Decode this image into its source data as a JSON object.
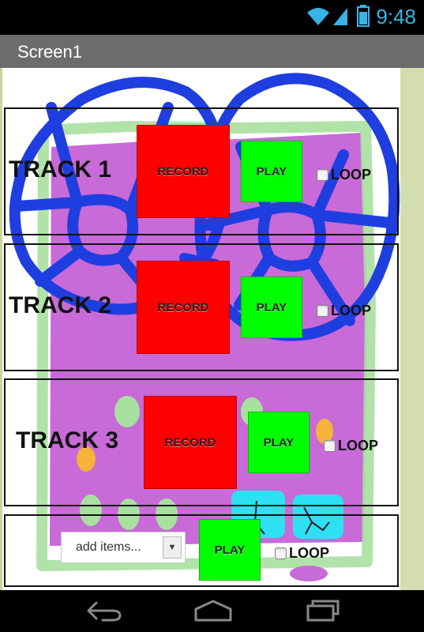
{
  "status_bar": {
    "time": "9:48"
  },
  "title_bar": {
    "title": "Screen1"
  },
  "tracks": [
    {
      "label": "TRACK 1",
      "record_label": "RECORD",
      "play_label": "PLAY",
      "loop_label": "LOOP"
    },
    {
      "label": "TRACK 2",
      "record_label": "RECORD",
      "play_label": "PLAY",
      "loop_label": "LOOP"
    },
    {
      "label": "TRACK 3",
      "record_label": "RECORD",
      "play_label": "PLAY",
      "loop_label": "LOOP"
    }
  ],
  "bottom_row": {
    "spinner_text": "add items...",
    "play_label": "PLAY",
    "loop_label": "LOOP"
  },
  "colors": {
    "record": "#ff0000",
    "play": "#00ff00",
    "status_accent": "#35b5e5",
    "title_bar": "#6c6c6c"
  },
  "icons": {
    "wifi": "wifi-icon",
    "signal": "signal-icon",
    "battery": "battery-icon",
    "back": "back-icon",
    "home": "home-icon",
    "recents": "recents-icon"
  }
}
